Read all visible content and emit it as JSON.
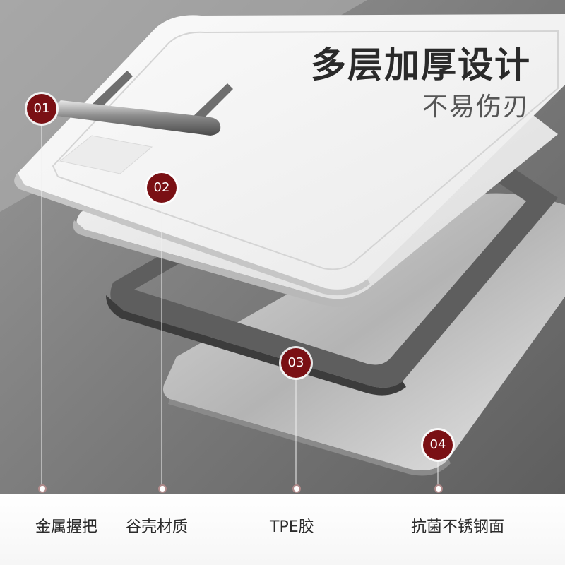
{
  "header": {
    "title": "多层加厚设计",
    "subtitle": "不易伤刃"
  },
  "layers": [
    {
      "number": "01",
      "label": "金属握把"
    },
    {
      "number": "02",
      "label": "谷壳材质"
    },
    {
      "number": "03",
      "label": "TPE胶"
    },
    {
      "number": "04",
      "label": "抗菌不锈钢面"
    }
  ],
  "colors": {
    "badge": "#7a1014",
    "title": "#2a2a2a",
    "background": "#6a6a6a"
  }
}
